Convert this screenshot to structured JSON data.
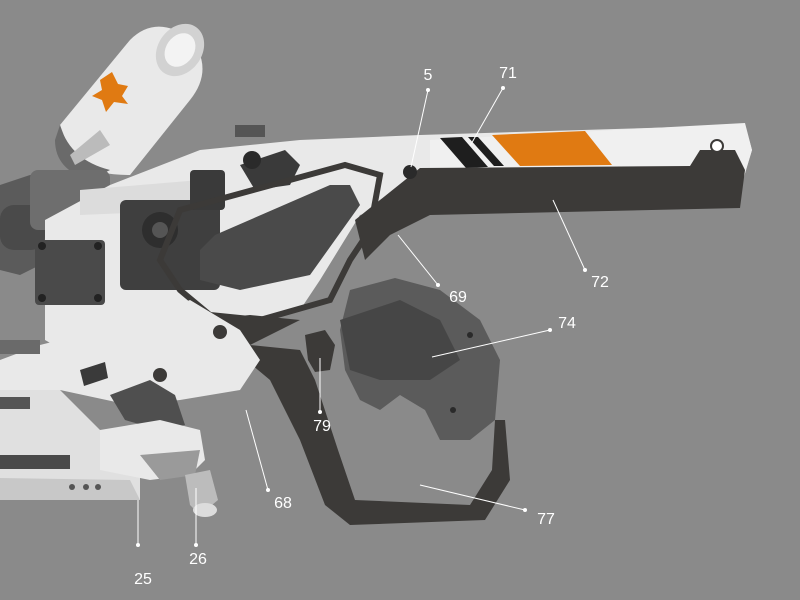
{
  "callouts": [
    {
      "id": "c5",
      "label": "5"
    },
    {
      "id": "c71",
      "label": "71"
    },
    {
      "id": "c72",
      "label": "72"
    },
    {
      "id": "c69",
      "label": "69"
    },
    {
      "id": "c74",
      "label": "74"
    },
    {
      "id": "c79",
      "label": "79"
    },
    {
      "id": "c68",
      "label": "68"
    },
    {
      "id": "c77",
      "label": "77"
    },
    {
      "id": "c25",
      "label": "25"
    },
    {
      "id": "c26",
      "label": "26"
    }
  ],
  "colors": {
    "background": "#8a8a8a",
    "body_white": "#e9e9e9",
    "body_dark": "#3c3a38",
    "accent_orange": "#e07a12",
    "stripe_black": "#1e1e1e",
    "label": "#ffffff"
  },
  "emblem": "orange-fox-emblem"
}
